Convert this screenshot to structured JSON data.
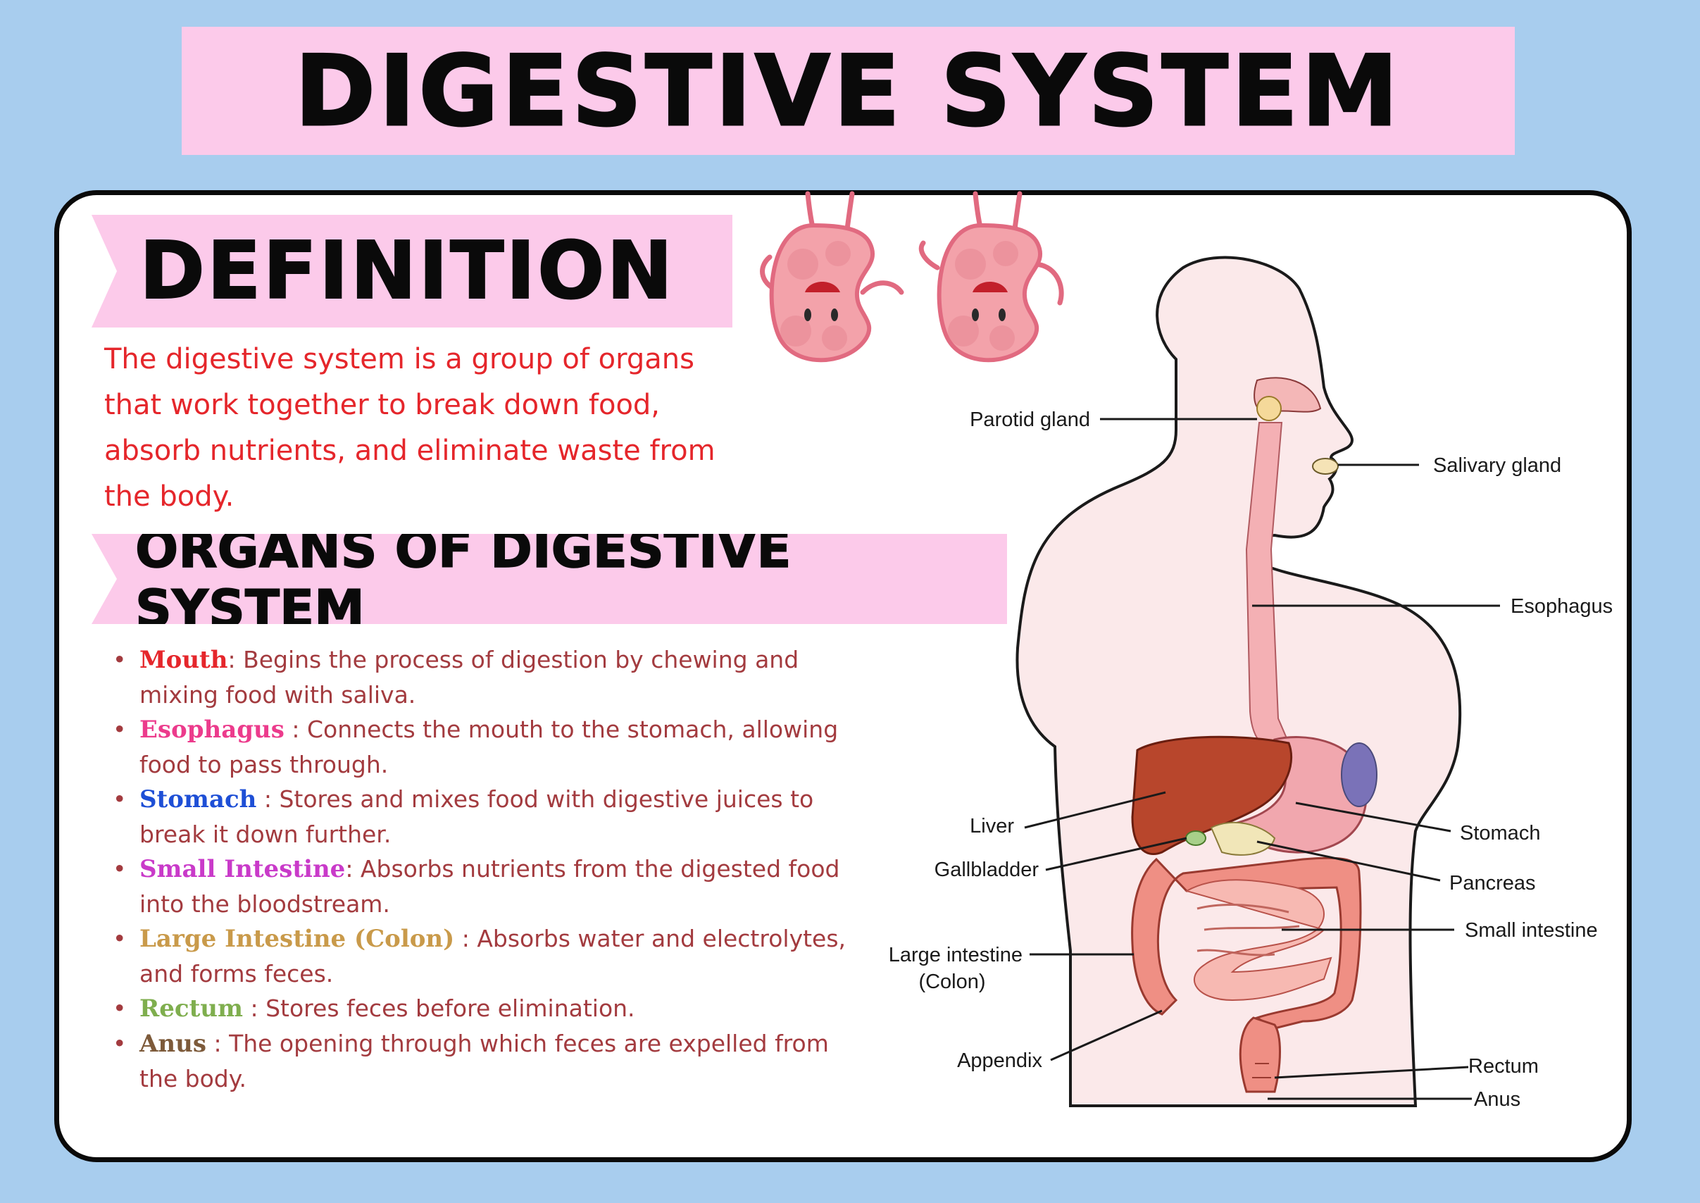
{
  "title": "DIGESTIVE SYSTEM",
  "definition": {
    "heading": "DEFINITION",
    "text": "The digestive system is a group of organs that work together to break down food, absorb nutrients, and eliminate waste from the body."
  },
  "organs": {
    "heading": "ORGANS OF DIGESTIVE SYSTEM",
    "items": [
      {
        "name": "Mouth",
        "color": "#e5262b",
        "desc": ": Begins the process of digestion by chewing and mixing food with saliva."
      },
      {
        "name": "Esophagus",
        "color": "#ec3b8c",
        "desc": " : Connects the mouth to the stomach, allowing food to pass through."
      },
      {
        "name": "Stomach",
        "color": "#1e4fd6",
        "desc": " : Stores and mixes food with digestive juices to break it down further."
      },
      {
        "name": "Small Intestine",
        "color": "#c93ac9",
        "desc": ": Absorbs nutrients from the digested food into the bloodstream."
      },
      {
        "name": "Large Intestine (Colon)",
        "color": "#c99a4a",
        "desc": " : Absorbs water and electrolytes, and forms feces."
      },
      {
        "name": "Rectum",
        "color": "#7fae4e",
        "desc": " : Stores feces before elimination."
      },
      {
        "name": "Anus",
        "color": "#7d5a3a",
        "desc": " : The opening through which feces are expelled from the body."
      }
    ]
  },
  "diagram": {
    "labels": {
      "parotid": "Parotid gland",
      "salivary": "Salivary gland",
      "esophagus": "Esophagus",
      "liver": "Liver",
      "stomach": "Stomach",
      "gallbladder": "Gallbladder",
      "pancreas": "Pancreas",
      "small_intestine": "Small intestine",
      "large_intestine_1": "Large intestine",
      "large_intestine_2": "(Colon)",
      "appendix": "Appendix",
      "rectum": "Rectum",
      "anus": "Anus"
    }
  },
  "colors": {
    "background": "#a8cdee",
    "banner": "#fccaea",
    "definition_text": "#e5262b",
    "body_text": "#a33b3f"
  }
}
